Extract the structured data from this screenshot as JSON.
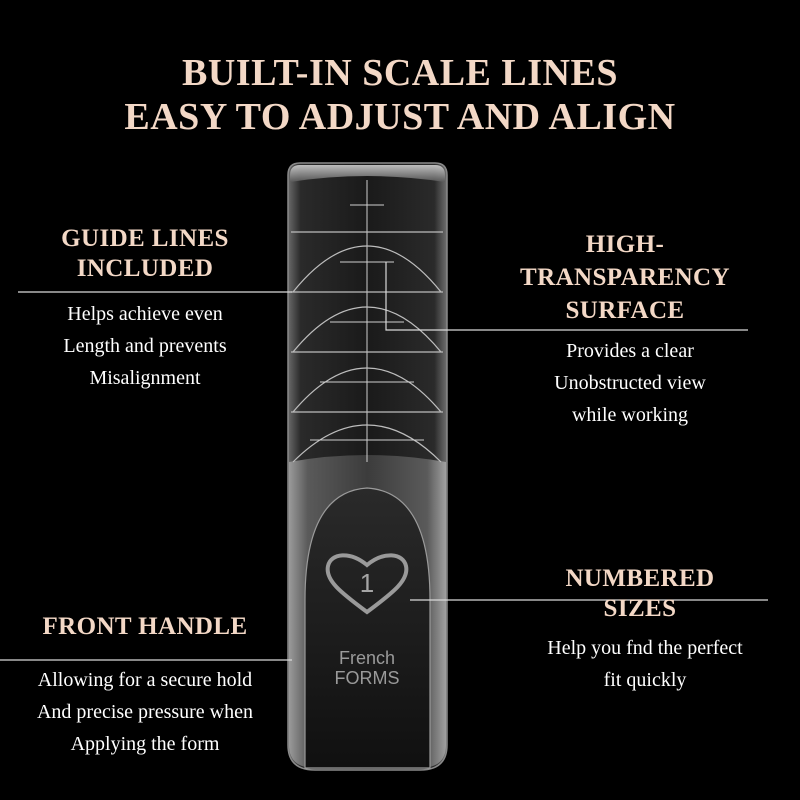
{
  "header": {
    "line1": "BUILT-IN SCALE LINES",
    "line2": "EASY TO ADJUST AND ALIGN"
  },
  "features": {
    "guide_lines": {
      "heading_line1": "GUIDE LINES",
      "heading_line2": "INCLUDED",
      "text": [
        "Helps achieve even",
        "Length and prevents",
        "Misalignment"
      ]
    },
    "transparency": {
      "heading_line1": "HIGH-",
      "heading_line2": "TRANSPARENCY",
      "heading_line3": "SURFACE",
      "text": [
        "Provides a clear",
        "Unobstructed view",
        "while working"
      ]
    },
    "numbered_sizes": {
      "heading_line1": "NUMBERED",
      "heading_line2": "SIZES",
      "text": [
        "Help you fnd the perfect",
        "fit quickly"
      ]
    },
    "front_handle": {
      "heading": "FRONT HANDLE",
      "text": [
        "Allowing for a secure hold",
        "And precise pressure when",
        "Applying the form"
      ]
    }
  },
  "product": {
    "size_number": "1",
    "brand_line1": "French",
    "brand_line2": "FORMS"
  },
  "colors": {
    "background": "#000000",
    "heading": "#f3d8c6",
    "body_text": "#ffffff"
  }
}
